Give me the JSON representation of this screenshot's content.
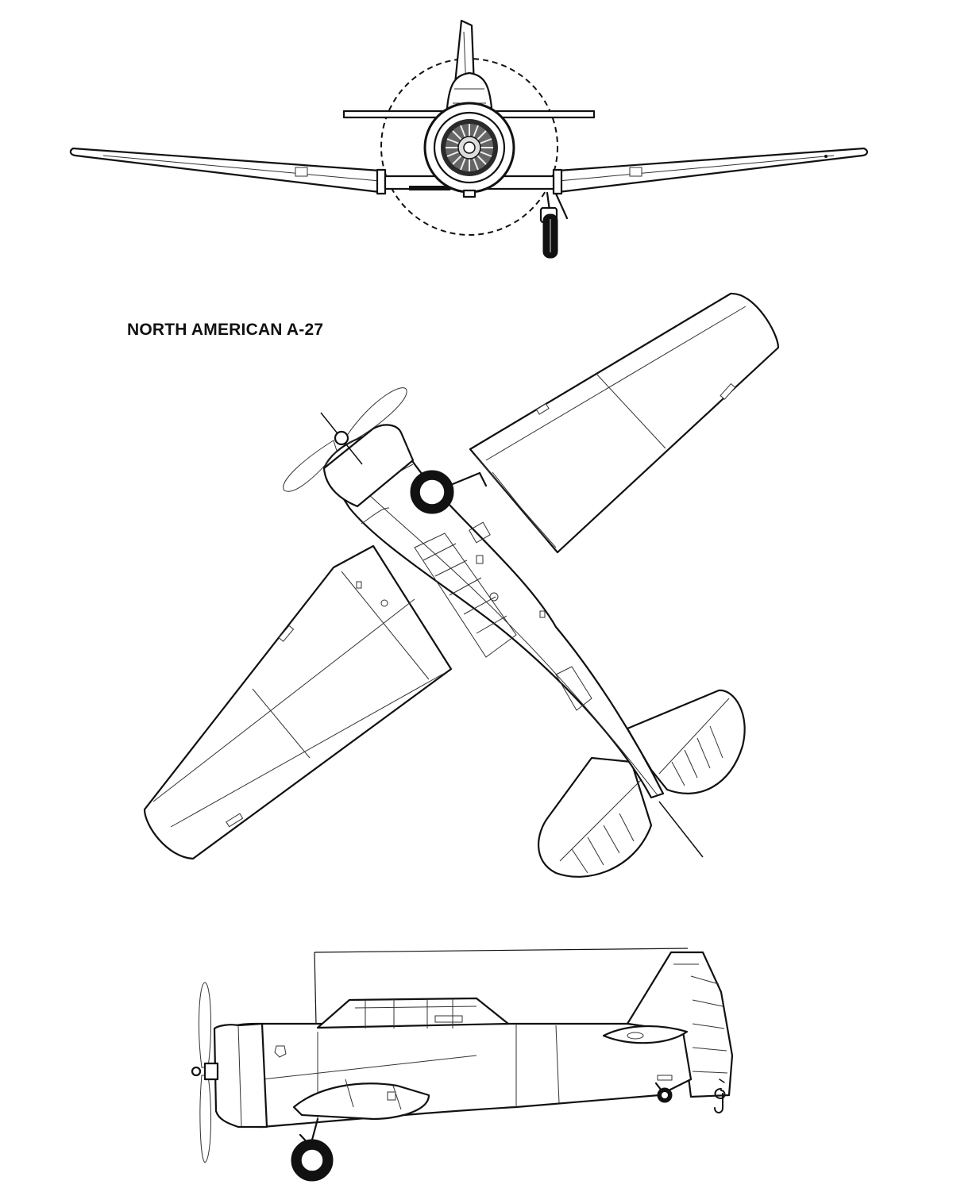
{
  "title": "NORTH AMERICAN A-27",
  "icons": {
    "front_view": "aircraft-front-view",
    "top_view": "aircraft-top-view",
    "side_view": "aircraft-side-view",
    "signature": "artist-signature"
  },
  "colors": {
    "line": "#111111",
    "background": "#ffffff"
  }
}
